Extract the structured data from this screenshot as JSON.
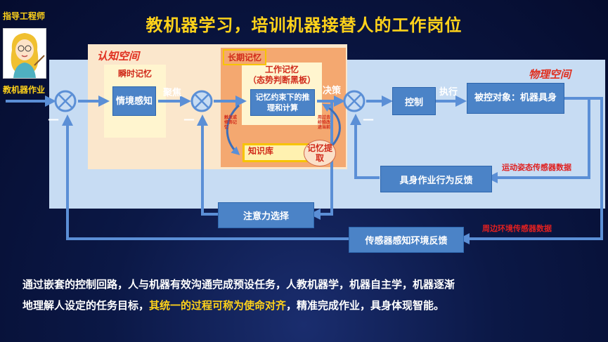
{
  "title": "教机器学习，培训机器接替人的工作岗位",
  "engineer_label": "指导工程师",
  "work_label": "教机器作业",
  "physical_space": "物理空间",
  "cognitive_space": "认知空间",
  "long_term_memory": "长期记忆",
  "sensory_memory": "瞬时记忆",
  "situation_perception": "情境感知",
  "focus_label": "聚焦",
  "working_memory_title": "工作记忆",
  "working_memory_sub": "（态势判断黑板）",
  "reasoning_box": "记忆约束下的推理和计算",
  "knowledge_base": "知识库",
  "memory_retrieve": "记忆提取",
  "activate_label": "触发或修饰记忆",
  "update_label": "用过去经验改进当前",
  "decision_label": "决策",
  "control_box": "控制",
  "execute_label": "执行",
  "controlled_object": "被控对象：机器具身",
  "motion_sensor": "运动姿态传感器数据",
  "embodied_feedback": "具身作业行为反馈",
  "attention_selection": "注意力选择",
  "env_sensor": "周边环境传感器数据",
  "sensor_feedback": "传感器感知环境反馈",
  "minus": "—",
  "bottom_text": {
    "line1": "通过嵌套的控制回路，人与机器有效沟通完成预设任务，人教机器学，机器自主学，机器逐渐",
    "line2_a": "地理解人设定的任务目标，",
    "line2_highlight": "其统一的过程可称为使命对齐",
    "line2_b": "，精准完成作业，具身体现智能。"
  },
  "colors": {
    "title": "#ffd21a",
    "box": "#4b83c7",
    "arrow": "#5b8fd6",
    "highlight": "#ffd21a",
    "sensor_text": "#e02020"
  }
}
